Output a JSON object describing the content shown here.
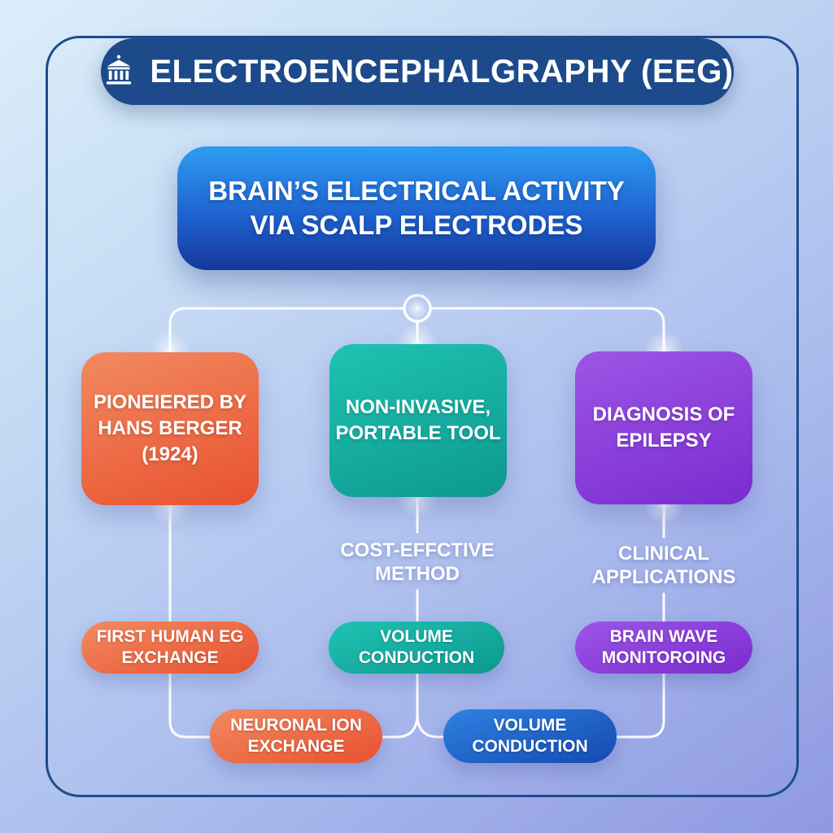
{
  "header": {
    "title": "ELECTROENCEPHALGRAPHY (EEG)",
    "icon": "classical-building-icon"
  },
  "main_node": {
    "label": "BRAIN’S ELECTRICAL ACTIVITY\nVIA SCALP ELECTRODES"
  },
  "columns": [
    {
      "box": {
        "label": "PIONEIERED BY\nHANS BERGER\n(1924)",
        "color": "#ea5d39"
      },
      "pill": {
        "label": "FIRST HUMAN EG\nEXCHANGE",
        "color": "#ea5d39"
      }
    },
    {
      "box": {
        "label": "NON-INVASIVE,\nPORTABLE TOOL",
        "color": "#14ac9f"
      },
      "sub_label": "COST-EFFCTIVE\nMETHOD",
      "pill": {
        "label": "VOLUME\nCONDUCTION",
        "color": "#14ac9f"
      }
    },
    {
      "box": {
        "label": "DIAGNOSIS OF\nEPILEPSY",
        "color": "#8a3fdc"
      },
      "sub_label": "CLINICAL\nAPPLICATIONS",
      "pill": {
        "label": "BRAIN WAVE\nMONITOROING",
        "color": "#8a3fdc"
      }
    }
  ],
  "bottom_pills": [
    {
      "label": "NEURONAL ION\nEXCHANGE",
      "color": "#ea5d39"
    },
    {
      "label": "VOLUME\nCONDUCTION",
      "color": "#1f63cc"
    }
  ],
  "palette": {
    "banner_bg": "#1c4a8a",
    "frame_border": "#1d4c8c",
    "main_node_top": "#2f9cf2",
    "main_node_bottom": "#15389b",
    "orange_top": "#f28a60",
    "orange_bottom": "#e8512f",
    "teal_top": "#1fc3b3",
    "teal_bottom": "#0d988e",
    "purple_top": "#9d55e6",
    "purple_bottom": "#7a2ccf",
    "blue_pill_top": "#2e82e2",
    "blue_pill_bottom": "#1549b0",
    "connector": "#ffffff",
    "background_top_left": "#dbeefa",
    "background_bottom_right": "#8e99e1",
    "text": "#ffffff"
  }
}
